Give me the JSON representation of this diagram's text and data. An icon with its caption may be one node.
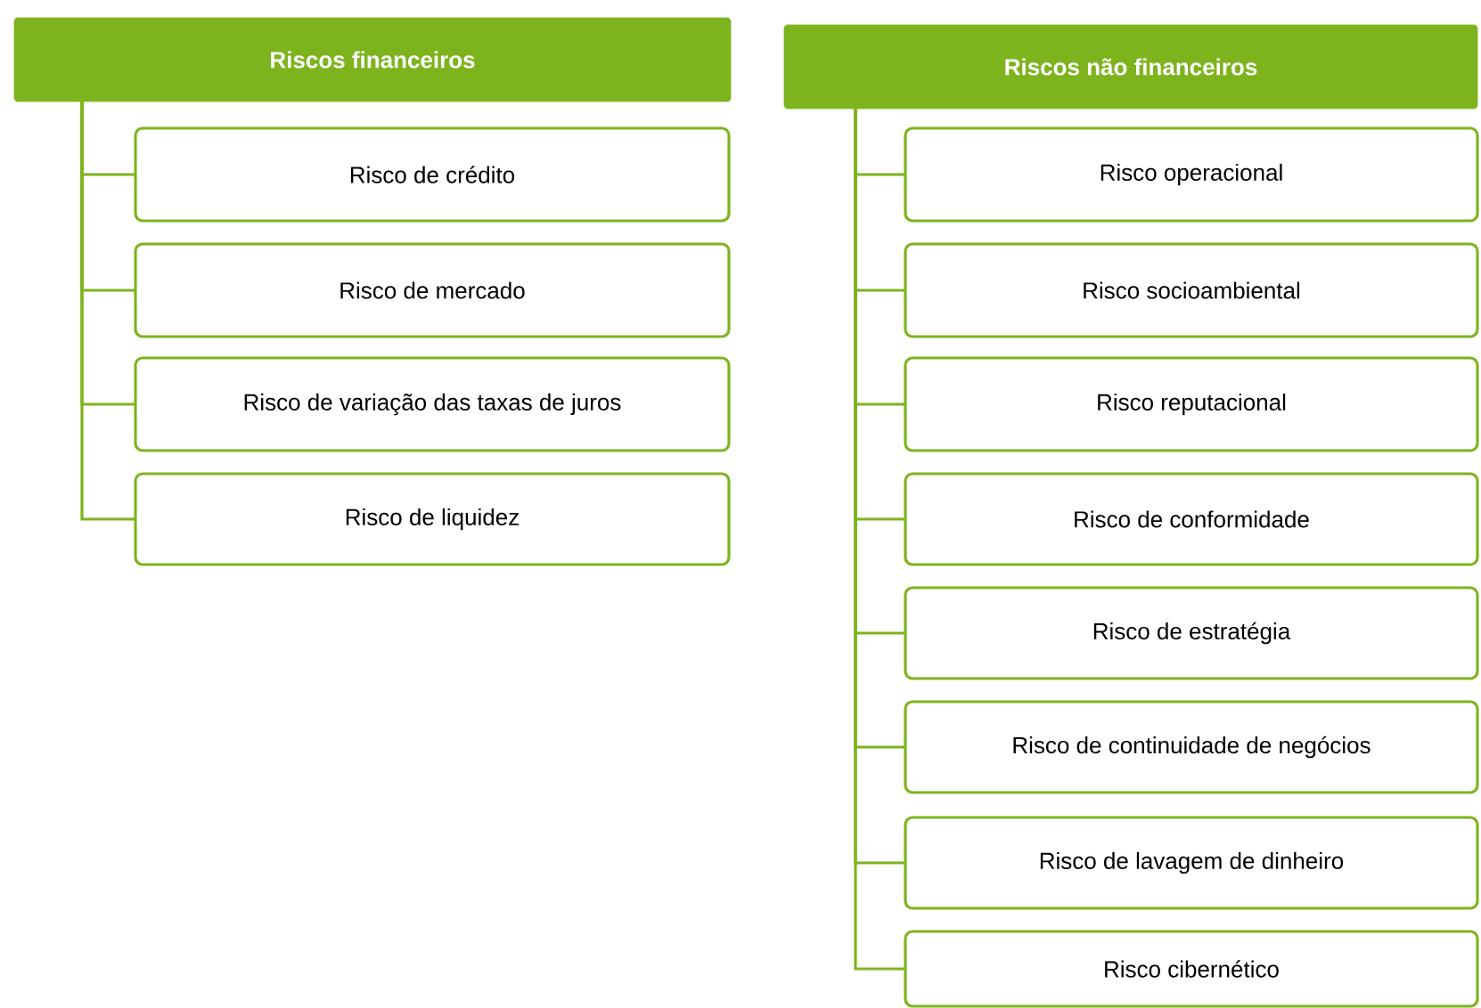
{
  "diagram": {
    "nodes": [
      {
        "text": [
          "Riscos financeiros"
        ]
      },
      {
        "text": [
          "Risco de crédito"
        ]
      },
      {
        "text": [
          "Risco de mercado"
        ]
      },
      {
        "text": [
          "Risco de variação das taxas de juros"
        ]
      },
      {
        "text": [
          "Risco de liquidez"
        ]
      },
      {
        "text": [
          "Riscos não financeiros"
        ]
      },
      {
        "text": [
          "Risco operacional"
        ]
      },
      {
        "text": [
          "Risco socioambiental"
        ]
      },
      {
        "text": [
          "Risco reputacional"
        ]
      },
      {
        "text": [
          "Risco de conformidade"
        ]
      },
      {
        "text": [
          "Risco de estratégia"
        ]
      },
      {
        "text": [
          "Risco de continuidade de negócios"
        ]
      },
      {
        "text": [
          "Risco de lavagem de dinheiro"
        ]
      },
      {
        "text": [
          "Risco cibernético"
        ]
      }
    ],
    "edges": [
      {
        "from": 0,
        "to": 1,
        "arrow": "none"
      },
      {
        "from": 0,
        "to": 2,
        "arrow": "none"
      },
      {
        "from": 0,
        "to": 3,
        "arrow": "none"
      },
      {
        "from": 0,
        "to": 4,
        "arrow": "none"
      },
      {
        "from": 5,
        "to": 6,
        "arrow": "none"
      },
      {
        "from": 5,
        "to": 7,
        "arrow": "none"
      },
      {
        "from": 5,
        "to": 8,
        "arrow": "none"
      },
      {
        "from": 5,
        "to": 9,
        "arrow": "none"
      },
      {
        "from": 5,
        "to": 10,
        "arrow": "none"
      },
      {
        "from": 5,
        "to": 11,
        "arrow": "none"
      },
      {
        "from": 5,
        "to": 12,
        "arrow": "none"
      },
      {
        "from": 5,
        "to": 13,
        "arrow": "none"
      }
    ]
  }
}
